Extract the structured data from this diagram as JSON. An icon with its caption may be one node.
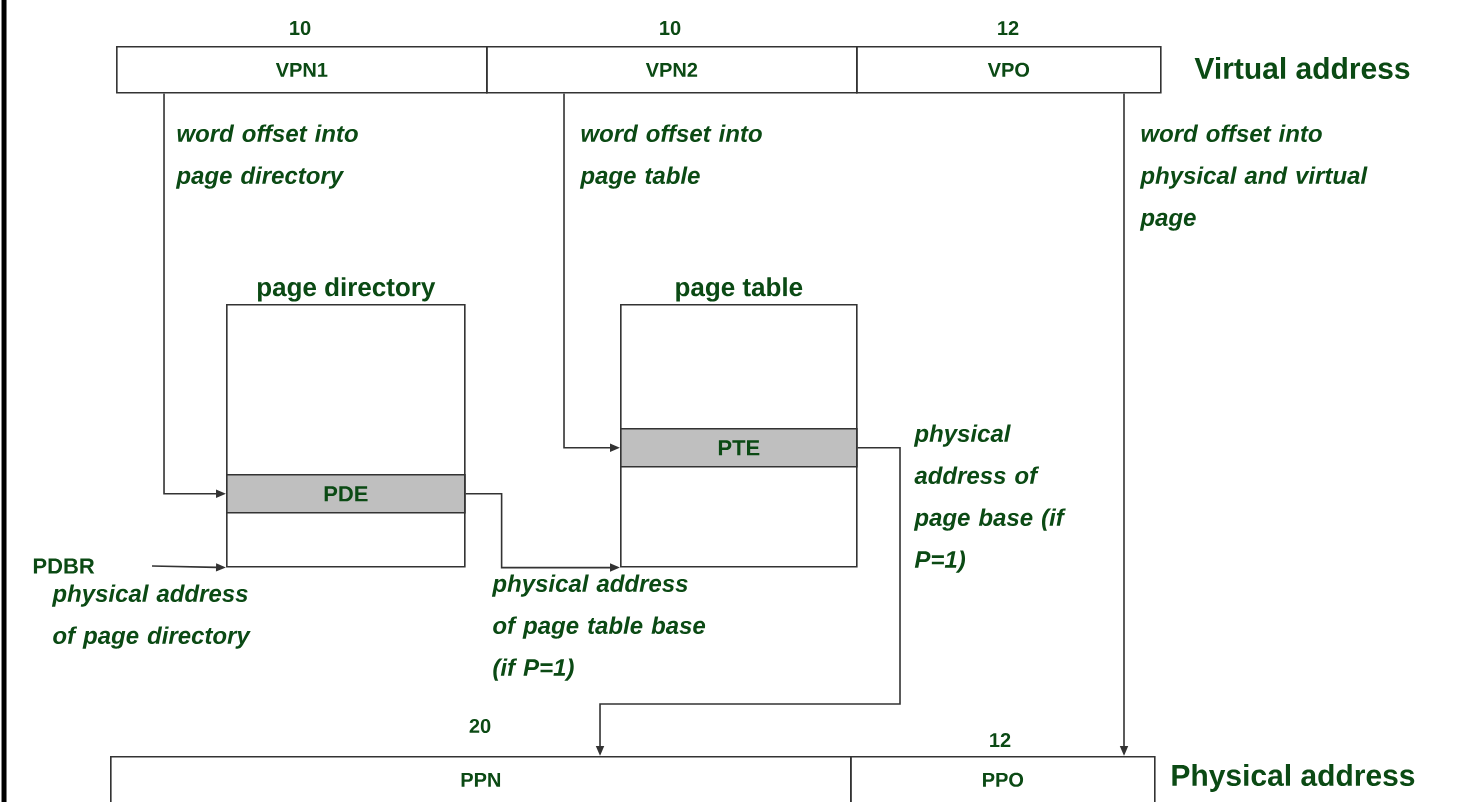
{
  "diagram": {
    "nodes": [
      {
        "text": [
          "VPN1"
        ],
        "beside": [
          "10"
        ]
      },
      {
        "text": [
          "VPN2"
        ],
        "beside": [
          "10"
        ]
      },
      {
        "text": [
          "VPO"
        ],
        "beside": [
          "12"
        ]
      },
      {
        "text": [
          "page directory"
        ]
      },
      {
        "text": [
          "PDE"
        ],
        "in": 3
      },
      {
        "text": [
          "page table"
        ]
      },
      {
        "text": [
          "PTE"
        ],
        "in": 5
      },
      {
        "text": [
          "PDBR"
        ],
        "beside": [
          "physical address of page directory"
        ]
      },
      {
        "text": [
          "PPN"
        ],
        "beside": [
          "20"
        ]
      },
      {
        "text": [
          "PPO"
        ],
        "beside": [
          "12"
        ]
      }
    ],
    "edges": [
      {
        "from": 0,
        "to": 4,
        "arrow": "to",
        "label": "word offset into page directory"
      },
      {
        "from": 1,
        "to": 6,
        "arrow": "to",
        "label": "word offset into page table"
      },
      {
        "from": 2,
        "to": 9,
        "arrow": "to",
        "label": "word offset into physical and virtual page"
      },
      {
        "from": 7,
        "to": 3,
        "arrow": "to"
      },
      {
        "from": 4,
        "to": 5,
        "arrow": "to",
        "label": "physical address of page table base (if P=1)"
      },
      {
        "from": 6,
        "to": 8,
        "arrow": "to",
        "label": "physical address of page base (if P=1)"
      }
    ],
    "labels": [
      "Virtual address",
      "Physical address"
    ]
  }
}
